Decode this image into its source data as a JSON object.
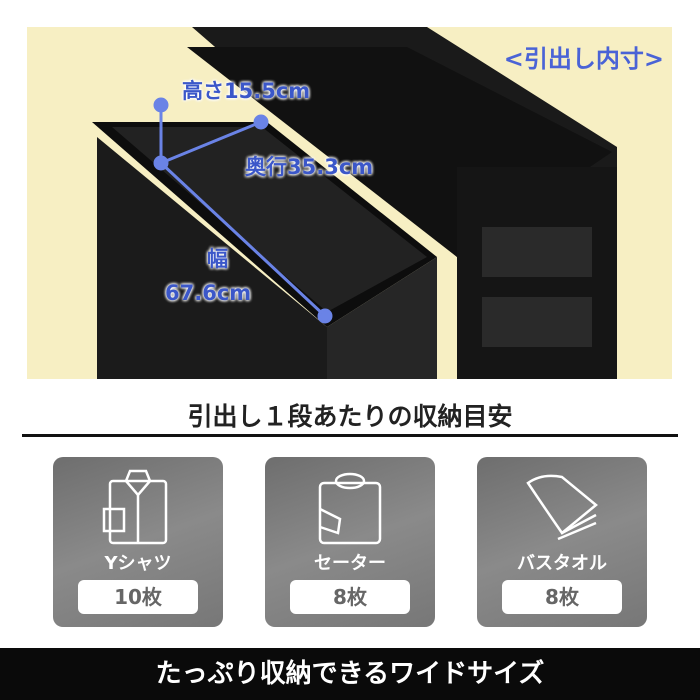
{
  "hero": {
    "tag": "<引出し内寸>",
    "height": "高さ15.5cm",
    "depth": "奥行35.3cm",
    "width_label": "幅",
    "width_value": "67.6cm",
    "accent": "#4a63d6"
  },
  "section_title": "引出し１段あたりの収納目安",
  "items": [
    {
      "icon": "shirt-icon",
      "name": "Yシャツ",
      "count": "10枚"
    },
    {
      "icon": "sweater-icon",
      "name": "セーター",
      "count": "8枚"
    },
    {
      "icon": "towel-icon",
      "name": "バスタオル",
      "count": "8枚"
    }
  ],
  "footer": "たっぷり収納できるワイドサイズ"
}
